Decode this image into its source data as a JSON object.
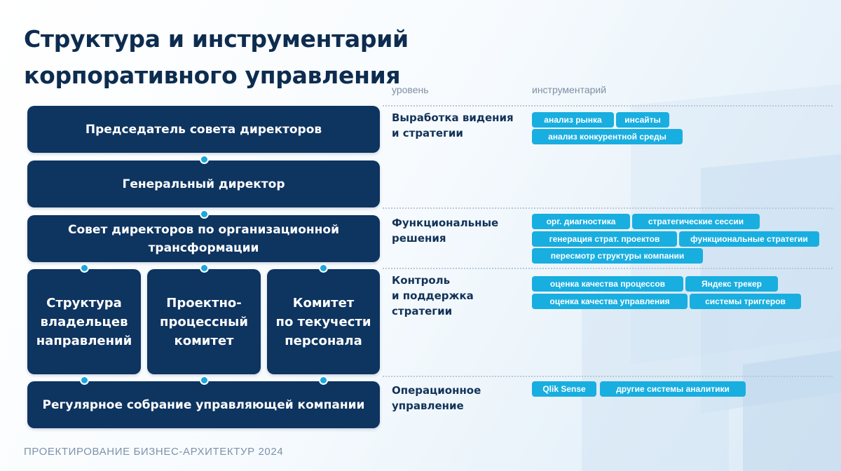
{
  "title": "Структура и инструментарий корпоративного управления",
  "column_headers": {
    "level": "уровень",
    "tools": "инструментарий"
  },
  "org_boxes": {
    "chairman": "Председатель совета директоров",
    "ceo": "Генеральный директор",
    "transformation_board": [
      "Совет директоров по организационной",
      "трансформации"
    ],
    "owners_structure": [
      "Структура",
      "владельцев",
      "направлений"
    ],
    "project_committee": [
      "Проектно-",
      "процессный",
      "комитет"
    ],
    "turnover_committee": [
      "Комитет",
      "по текучести",
      "персонала"
    ],
    "regular_meeting": "Регулярное собрание управляющей компании"
  },
  "levels": [
    {
      "name": [
        "Выработка видения",
        "и стратегии"
      ],
      "tools": [
        "анализ рынка",
        "инсайты",
        "анализ конкурентной среды"
      ]
    },
    {
      "name": [
        "Функциональные",
        "решения"
      ],
      "tools": [
        "орг. диагностика",
        "стратегические сессии",
        "генерация страт. проектов",
        "функциональные стратегии",
        "пересмотр структуры компании"
      ]
    },
    {
      "name": [
        "Контроль",
        "и поддержка",
        "стратегии"
      ],
      "tools": [
        "оценка качества процессов",
        "Яндекс трекер",
        "оценка качества управления",
        "системы триггеров"
      ]
    },
    {
      "name": [
        "Операционное",
        "управление"
      ],
      "tools": [
        "Qlik Sense",
        "другие системы аналитики"
      ]
    }
  ],
  "footer": "ПРОЕКТИРОВАНИЕ БИЗНЕС-АРХИТЕКТУР 2024",
  "colors": {
    "box": "#0e3460",
    "connector": "#1aa7dc",
    "chip": "#19aee0",
    "title": "#0d2c4f"
  }
}
